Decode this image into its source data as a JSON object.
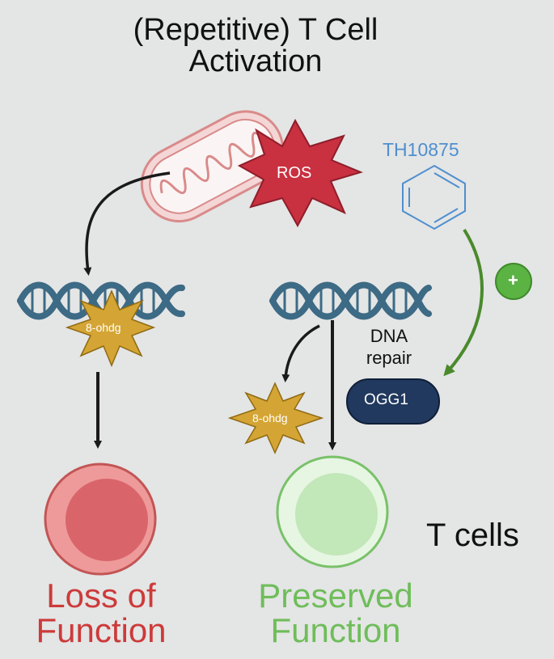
{
  "title": {
    "line1": "(Repetitive) T Cell",
    "line2": "Activation"
  },
  "labels": {
    "ros": "ROS",
    "drug": "TH10875",
    "plus": "+",
    "oxidized_base_left": "8-ohdg",
    "oxidized_base_right": "8-ohdg",
    "repair_line1": "DNA",
    "repair_line2": "repair",
    "enzyme": "OGG1",
    "cells": "T cells",
    "outcome_left_line1": "Loss of",
    "outcome_left_line2": "Function",
    "outcome_right_line1": "Preserved",
    "outcome_right_line2": "Function"
  },
  "icons": [
    "mitochondrion-icon",
    "ros-burst-icon",
    "benzene-ring-icon",
    "dna-helix-icon",
    "oxidative-damage-burst-icon",
    "t-cell-icon",
    "plus-icon"
  ],
  "colors": {
    "background": "#e4e5e5",
    "ros": "#c93040",
    "damage": "#d4a534",
    "dna": "#3d6a85",
    "enzyme": "#21395e",
    "drug": "#4f8fcf",
    "drug_arrow": "#4a8a2c",
    "loss": "#cd3a3a",
    "preserved": "#6fbd5a"
  }
}
